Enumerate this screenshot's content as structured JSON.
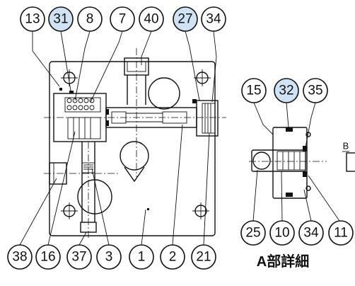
{
  "main_callouts": [
    {
      "label": "13",
      "highlight": false
    },
    {
      "label": "31",
      "highlight": true
    },
    {
      "label": "8",
      "highlight": false
    },
    {
      "label": "7",
      "highlight": false
    },
    {
      "label": "40",
      "highlight": false
    },
    {
      "label": "27",
      "highlight": true
    },
    {
      "label": "34",
      "highlight": false
    },
    {
      "label": "38",
      "highlight": false
    },
    {
      "label": "16",
      "highlight": false
    },
    {
      "label": "37",
      "highlight": false
    },
    {
      "label": "3",
      "highlight": false
    },
    {
      "label": "1",
      "highlight": false
    },
    {
      "label": "2",
      "highlight": false
    },
    {
      "label": "21",
      "highlight": false
    }
  ],
  "detail_callouts": [
    {
      "label": "15",
      "highlight": false
    },
    {
      "label": "32",
      "highlight": true
    },
    {
      "label": "35",
      "highlight": false
    },
    {
      "label": "25",
      "highlight": false
    },
    {
      "label": "10",
      "highlight": false
    },
    {
      "label": "34",
      "highlight": false
    },
    {
      "label": "11",
      "highlight": false
    }
  ],
  "detail_title": "A部詳細",
  "side_label": "B"
}
